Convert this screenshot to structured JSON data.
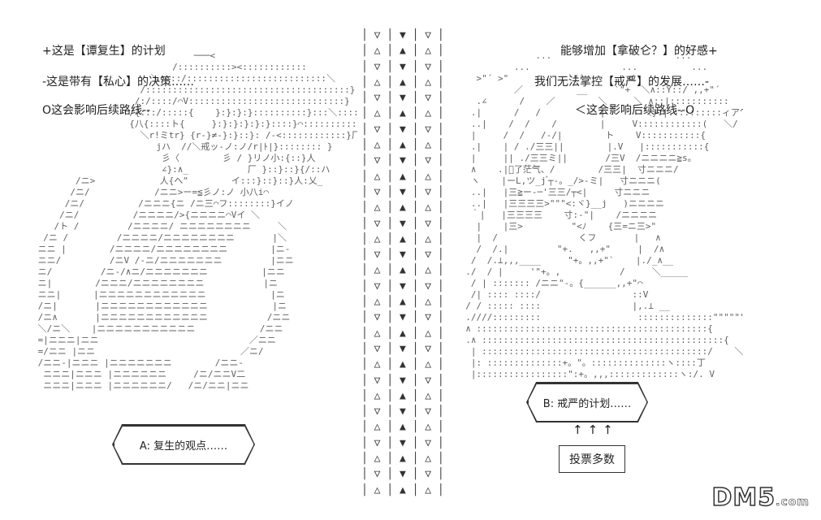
{
  "left_lines": [
    "+这是【谭复生】的计划",
    "-这是带有【私心】的决策……",
    "O这会影响后续路线--"
  ],
  "right_lines": [
    "能够增加【拿破仑？】的好感+",
    "我们无法掌控【戒严】的发展……-",
    "＜这会影响后续路线--O"
  ],
  "arrow_pattern": [
    "│ ▽ │ ▼ │ ▽ │",
    "│ △ │ ▲ │ △ │"
  ],
  "option_a": "A: 复生的观点……",
  "option_b": "B: 戒严的计划……",
  "vote_arrows": "↑↑↑",
  "vote_button": "投票多数",
  "logo": {
    "main": "DM5",
    "suffix": ".com"
  }
}
